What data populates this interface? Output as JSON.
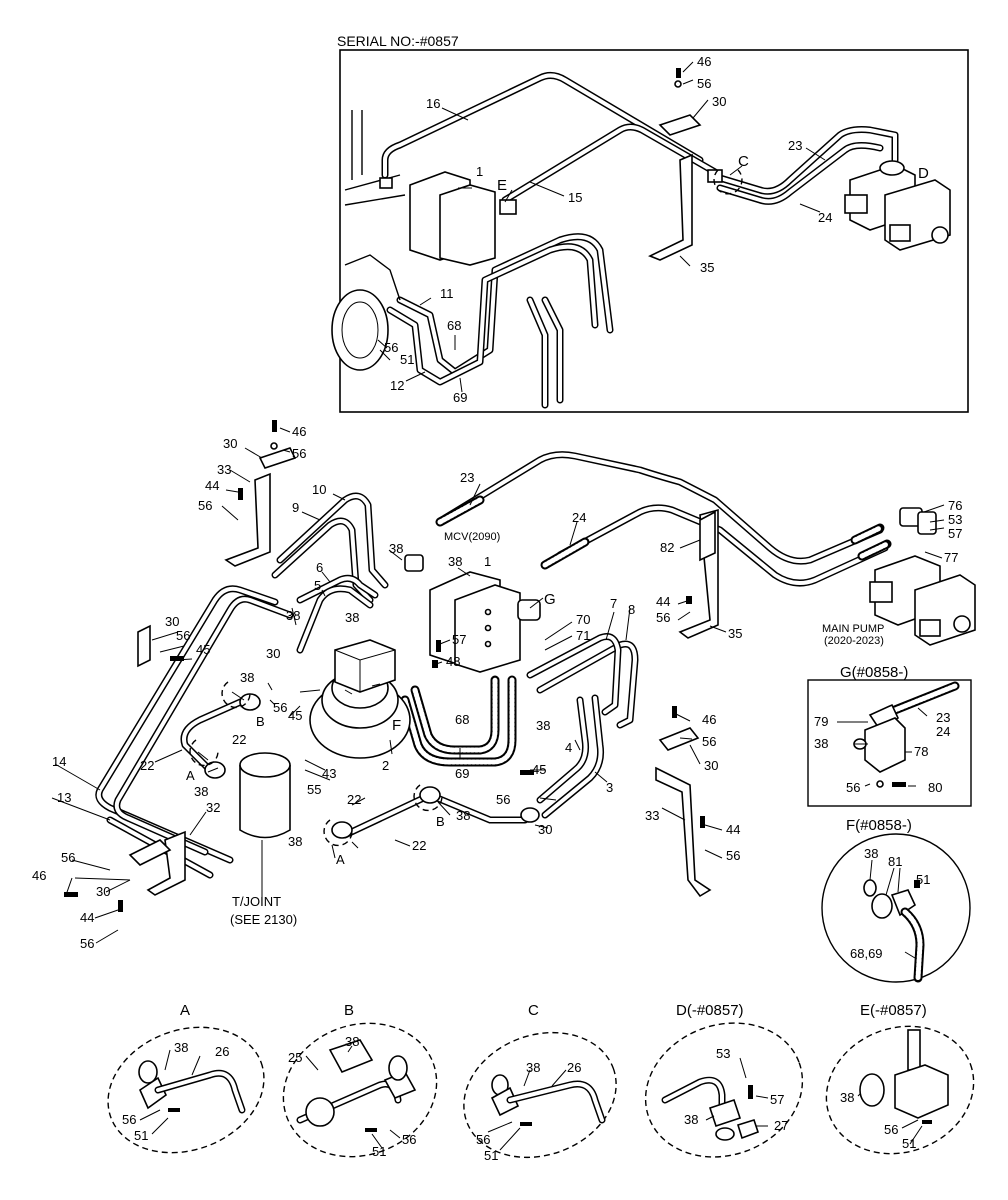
{
  "inset": {
    "serial": "SERIAL NO:-#0857"
  },
  "inset_labels": {
    "l46": "46",
    "l56": "56",
    "l30": "30",
    "l16": "16",
    "l1": "1",
    "lC": "C",
    "l23": "23",
    "lD": "D",
    "lE": "E",
    "l15": "15",
    "l24": "24",
    "l35": "35",
    "l11": "11",
    "l68": "68",
    "l56b": "56",
    "l51": "51",
    "l12": "12",
    "l69": "69"
  },
  "main_labels": {
    "l46": "46",
    "l56": "56",
    "l30": "30",
    "l33": "33",
    "l44": "44",
    "l56b": "56",
    "l10": "10",
    "l9": "9",
    "l6": "6",
    "l5": "5",
    "l38a": "38",
    "l38b": "38",
    "l38c": "38",
    "l1": "1",
    "l23": "23",
    "l24": "24",
    "l82": "82",
    "l76": "76",
    "l53": "53",
    "l57": "57",
    "l77": "77",
    "mcv": "MCV(2090)",
    "lG": "G",
    "l70": "70",
    "l71": "71",
    "l7": "7",
    "l8": "8",
    "l44b": "44",
    "l56c": "56",
    "l35": "35",
    "main_pump": "MAIN PUMP",
    "main_pump_sub": "(2020-2023)",
    "l30b": "30",
    "l56d": "56",
    "l45": "45",
    "l57b": "57",
    "l48": "48",
    "l38d": "38",
    "l56e": "56",
    "l45b": "45",
    "l38e": "38",
    "lB": "B",
    "lF": "F",
    "l38f": "38",
    "l68": "68",
    "l22a": "22",
    "l22b": "22",
    "lA": "A",
    "l38g": "38",
    "l43": "43",
    "l55": "55",
    "l69": "69",
    "l4": "4",
    "l3": "3",
    "l45c": "45",
    "l56f": "56",
    "l30c": "30",
    "l46b": "46",
    "l56g": "56",
    "l30d": "30",
    "l14": "14",
    "l13": "13",
    "l32": "32",
    "l22c": "22",
    "l38h": "38",
    "lB2": "B",
    "l38i": "38",
    "l22d": "22",
    "lA2": "A",
    "l33b": "33",
    "l44c": "44",
    "l56h": "56",
    "l55b": "56",
    "l46c": "46",
    "l30e": "30",
    "l44d": "44",
    "l56i": "56",
    "l2": "2",
    "tjoint": "T/JOINT",
    "tjoint_sub": "(SEE 2130)"
  },
  "detail_g": {
    "title": "G(#0858-)",
    "l79": "79",
    "l23": "23",
    "l24": "24",
    "l38": "38",
    "l78": "78",
    "l56": "56",
    "l80": "80"
  },
  "detail_f": {
    "title": "F(#0858-)",
    "l38": "38",
    "l81": "81",
    "l51": "51",
    "l6869": "68,69"
  },
  "detail_a": {
    "title": "A",
    "l38": "38",
    "l26": "26",
    "l56": "56",
    "l51": "51"
  },
  "detail_b": {
    "title": "B",
    "l25": "25",
    "l38": "38",
    "l51": "51",
    "l56": "56"
  },
  "detail_c": {
    "title": "C",
    "l38": "38",
    "l26": "26",
    "l56": "56",
    "l51": "51"
  },
  "detail_d": {
    "title": "D(-#0857)",
    "l53": "53",
    "l57": "57",
    "l38": "38",
    "l27": "27"
  },
  "detail_e": {
    "title": "E(-#0857)",
    "l38": "38",
    "l56": "56",
    "l51": "51"
  }
}
